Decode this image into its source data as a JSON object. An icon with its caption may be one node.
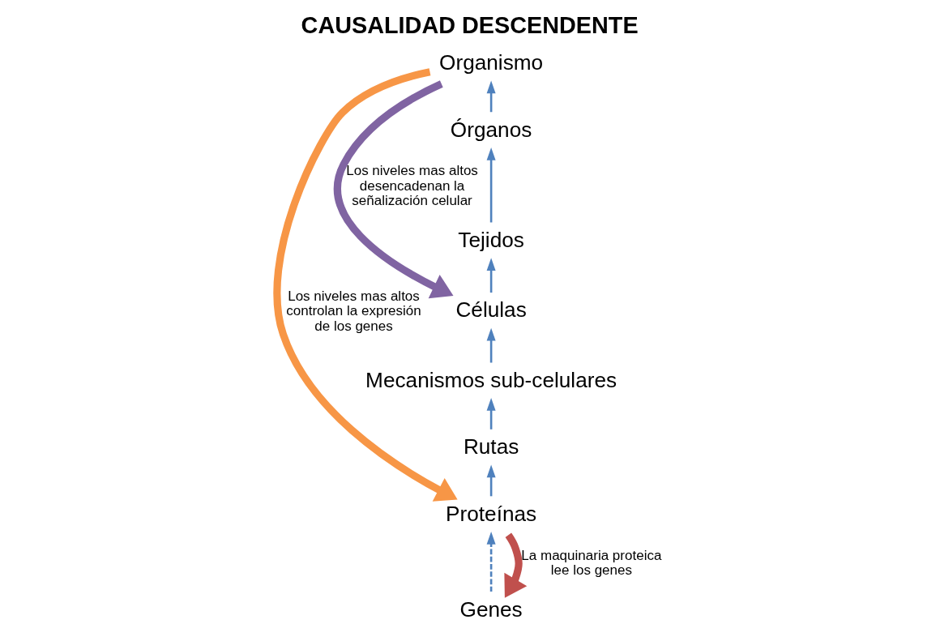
{
  "diagram": {
    "title": "CAUSALIDAD DESCENDENTE",
    "nodes": [
      {
        "text": [
          "Organismo"
        ]
      },
      {
        "text": [
          "Órganos"
        ]
      },
      {
        "text": [
          "Tejidos"
        ]
      },
      {
        "text": [
          "Células"
        ]
      },
      {
        "text": [
          "Mecanismos sub-celulares"
        ]
      },
      {
        "text": [
          "Rutas"
        ]
      },
      {
        "text": [
          "Proteínas"
        ]
      },
      {
        "text": [
          "Genes"
        ]
      }
    ],
    "edges": [
      {
        "from": 1,
        "to": 0,
        "arrow": "to"
      },
      {
        "from": 2,
        "to": 1,
        "arrow": "to"
      },
      {
        "from": 3,
        "to": 2,
        "arrow": "to"
      },
      {
        "from": 4,
        "to": 3,
        "arrow": "to"
      },
      {
        "from": 5,
        "to": 4,
        "arrow": "to"
      },
      {
        "from": 6,
        "to": 5,
        "arrow": "to"
      },
      {
        "from": 7,
        "to": 6,
        "arrow": "to",
        "style": "dashed"
      },
      {
        "from": 0,
        "to": 3,
        "arrow": "to",
        "label": "Los niveles mas altos desencadenan la señalización celular",
        "style": "thick",
        "color": "#8064a2"
      },
      {
        "from": 0,
        "to": 6,
        "arrow": "to",
        "label": "Los niveles mas altos controlan la expresión de los genes",
        "style": "thick",
        "color": "#f79646"
      },
      {
        "from": 6,
        "to": 7,
        "arrow": "to",
        "label": "La maquinaria proteica lee los genes",
        "style": "thick",
        "color": "#c0504d"
      }
    ]
  }
}
